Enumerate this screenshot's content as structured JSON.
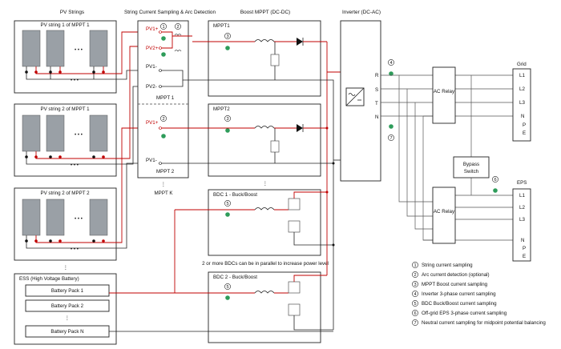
{
  "headers": {
    "pv_strings": "PV Strings",
    "string_sampling": "String Current Sampling & Arc Detection",
    "boost": "Boost MPPT (DC-DC)",
    "inverter": "Inverter (DC-AC)",
    "grid": "Grid",
    "eps": "EPS"
  },
  "pv_groups": [
    {
      "label": "PV string 1 of MPPT 1"
    },
    {
      "label": "PV string 2 of MPPT 1"
    },
    {
      "label": "PV string 2 of MPPT 2"
    }
  ],
  "sampling": {
    "pv1p": "PV1+",
    "pv2p": "PV2+",
    "pv1m": "PV1-",
    "pv2m": "PV2-",
    "mppt1": "MPPT 1",
    "pv1p_b": "PV1+",
    "pv1m_b": "PV1-",
    "mppt2": "MPPT 2",
    "mpptk": "MPPT K"
  },
  "boost": {
    "mppt1": "MPPT1",
    "mppt2": "MPPT2",
    "bdc1": "BDC 1 - Buck/Boost",
    "bdc2": "BDC 2 - Buck/Boost",
    "parallel_note": "2 or more BDCs can be in parallel to increase power level"
  },
  "ess": {
    "title": "ESS (High Voltage Battery)",
    "packs": [
      "Battery Pack 1",
      "Battery Pack 2",
      "Battery Pack N"
    ]
  },
  "phases": {
    "r": "R",
    "s": "S",
    "t": "T",
    "n": "N"
  },
  "relay": {
    "ac_relay_1": "AC Relay",
    "ac_relay_2": "AC Relay",
    "bypass": "Bypass Switch"
  },
  "grid_lines": [
    "L1",
    "L2",
    "L3",
    "N",
    "P",
    "E"
  ],
  "eps_lines": [
    "L1",
    "L2",
    "L3",
    "N",
    "P",
    "E"
  ],
  "sensor_nums": {
    "one": "1",
    "two": "2",
    "three": "3",
    "four": "4",
    "five": "5",
    "six": "6",
    "seven": "7"
  },
  "legend": [
    {
      "num": "1",
      "text": "String current sampling"
    },
    {
      "num": "2",
      "text": "Arc current detection (optional)"
    },
    {
      "num": "3",
      "text": "MPPT Boost current sampling"
    },
    {
      "num": "4",
      "text": "Inverter 3-phase current sampling"
    },
    {
      "num": "5",
      "text": "BDC Buck/Boost current sampling"
    },
    {
      "num": "6",
      "text": "Off-grid EPS 3-phase current sampling"
    },
    {
      "num": "7",
      "text": "Neutral current sampling for midpoint potential balancing"
    }
  ],
  "colors": {
    "positive": "#c00000",
    "negative": "#222222",
    "sensor": "#2e9c5a"
  }
}
